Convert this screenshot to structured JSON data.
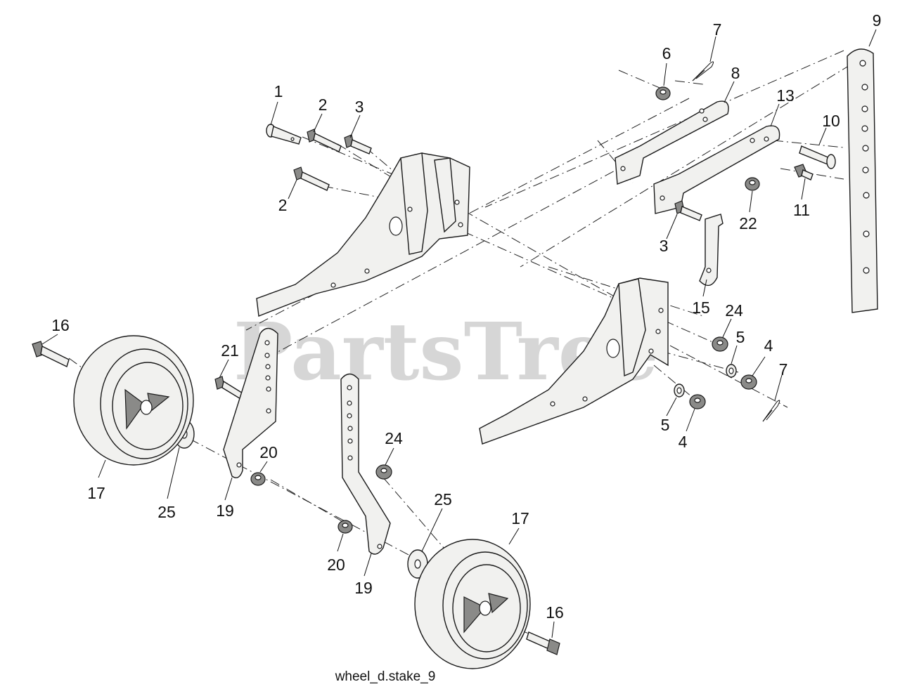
{
  "watermark": "PartsTree",
  "caption": "wheel_d.stake_9",
  "callouts": [
    {
      "id": "c1",
      "text": "1"
    },
    {
      "id": "c2a",
      "text": "2"
    },
    {
      "id": "c2b",
      "text": "2"
    },
    {
      "id": "c3a",
      "text": "3"
    },
    {
      "id": "c3b",
      "text": "3"
    },
    {
      "id": "c4a",
      "text": "4"
    },
    {
      "id": "c4b",
      "text": "4"
    },
    {
      "id": "c5a",
      "text": "5"
    },
    {
      "id": "c5b",
      "text": "5"
    },
    {
      "id": "c6",
      "text": "6"
    },
    {
      "id": "c7a",
      "text": "7"
    },
    {
      "id": "c7b",
      "text": "7"
    },
    {
      "id": "c8",
      "text": "8"
    },
    {
      "id": "c9",
      "text": "9"
    },
    {
      "id": "c10",
      "text": "10"
    },
    {
      "id": "c11",
      "text": "11"
    },
    {
      "id": "c13",
      "text": "13"
    },
    {
      "id": "c15",
      "text": "15"
    },
    {
      "id": "c16a",
      "text": "16"
    },
    {
      "id": "c16b",
      "text": "16"
    },
    {
      "id": "c17a",
      "text": "17"
    },
    {
      "id": "c17b",
      "text": "17"
    },
    {
      "id": "c19a",
      "text": "19"
    },
    {
      "id": "c19b",
      "text": "19"
    },
    {
      "id": "c20a",
      "text": "20"
    },
    {
      "id": "c20b",
      "text": "20"
    },
    {
      "id": "c21",
      "text": "21"
    },
    {
      "id": "c22",
      "text": "22"
    },
    {
      "id": "c24a",
      "text": "24"
    },
    {
      "id": "c24b",
      "text": "24"
    },
    {
      "id": "c25a",
      "text": "25"
    },
    {
      "id": "c25b",
      "text": "25"
    }
  ]
}
